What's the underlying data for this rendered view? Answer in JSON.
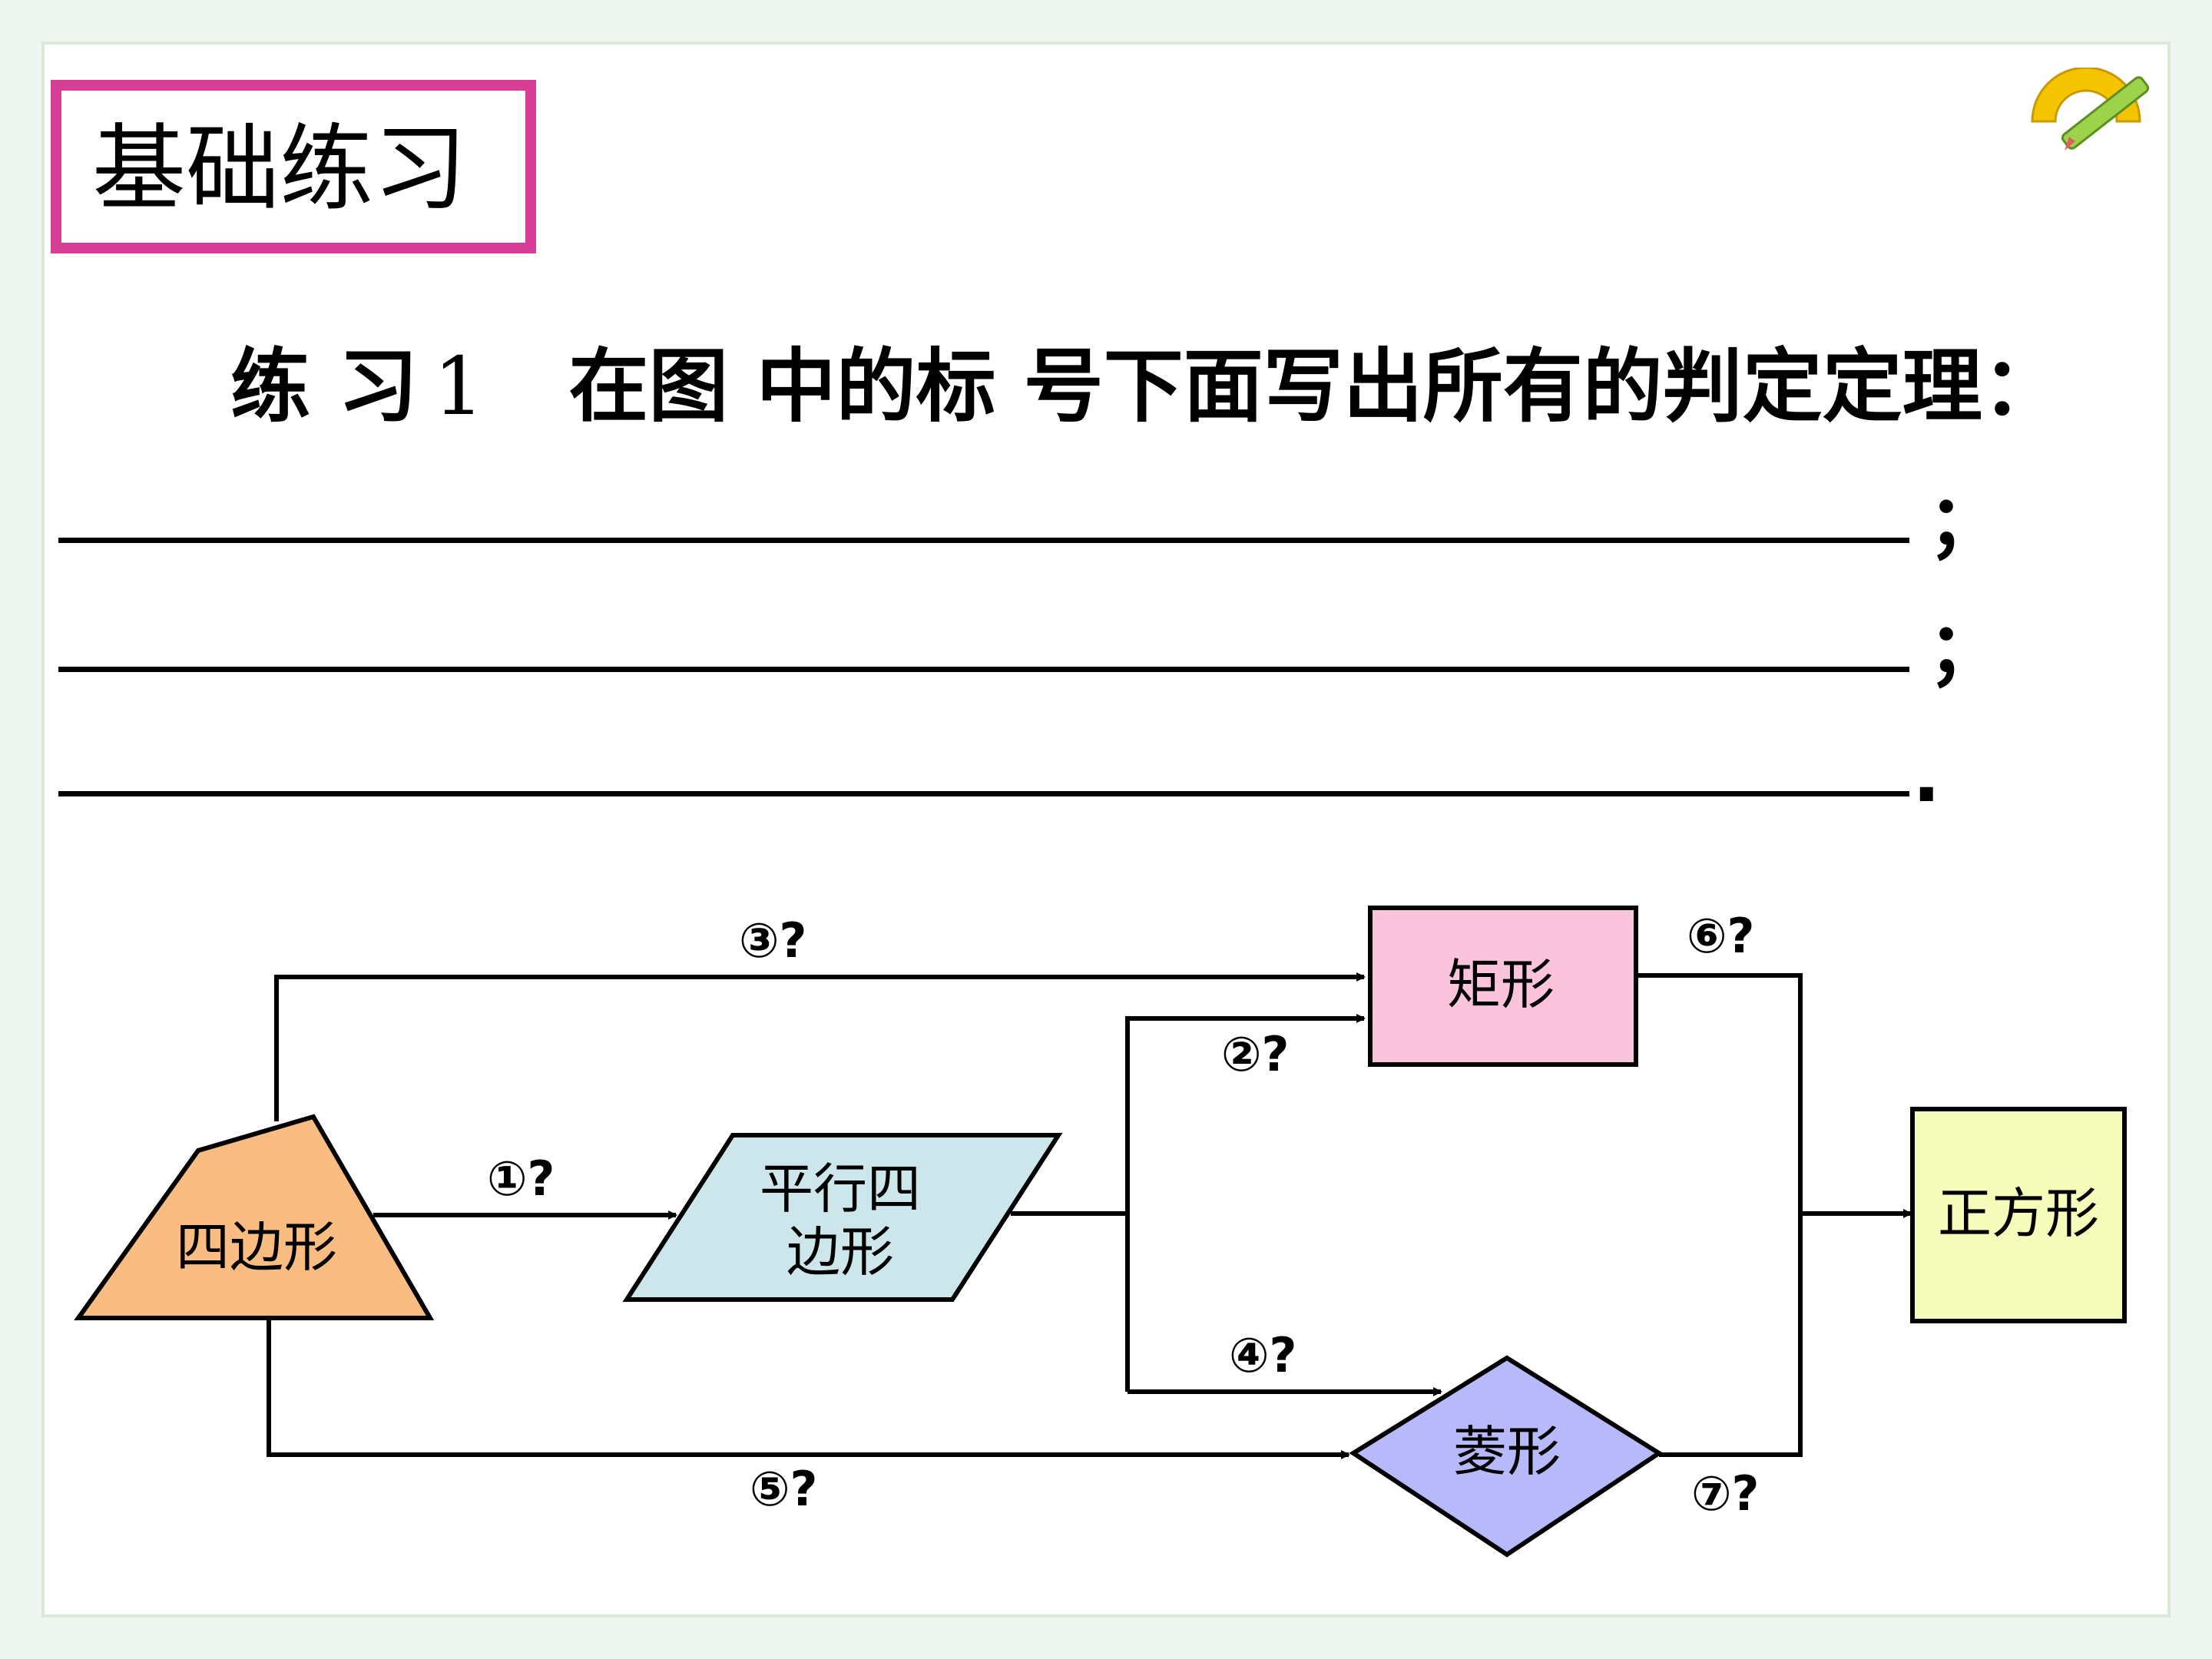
{
  "slide": {
    "title": "基础练习",
    "icon": "protractor-pencil-icon"
  },
  "exercise": {
    "label": "练 习",
    "number": "1",
    "prompt": "在图 中的标 号下面写出所有的判定定理："
  },
  "blanks": [
    {
      "terminator": "；"
    },
    {
      "terminator": "；"
    },
    {
      "terminator": "."
    }
  ],
  "diagram": {
    "nodes": {
      "quadrilateral": {
        "label": "四边形",
        "fill": "#f9bc81"
      },
      "parallelogram": {
        "line1": "平行四",
        "line2": "边形",
        "fill": "#cce6ec"
      },
      "rectangle": {
        "label": "矩形",
        "fill": "#fbc4dc"
      },
      "rhombus": {
        "label": "菱形",
        "fill": "#b7b9fb"
      },
      "square": {
        "label": "正方形",
        "fill": "#f6fcb9"
      }
    },
    "edges": {
      "e1": "①?",
      "e2": "②?",
      "e3": "③?",
      "e4": "④?",
      "e5": "⑤?",
      "e6": "⑥?",
      "e7": "⑦?"
    }
  }
}
